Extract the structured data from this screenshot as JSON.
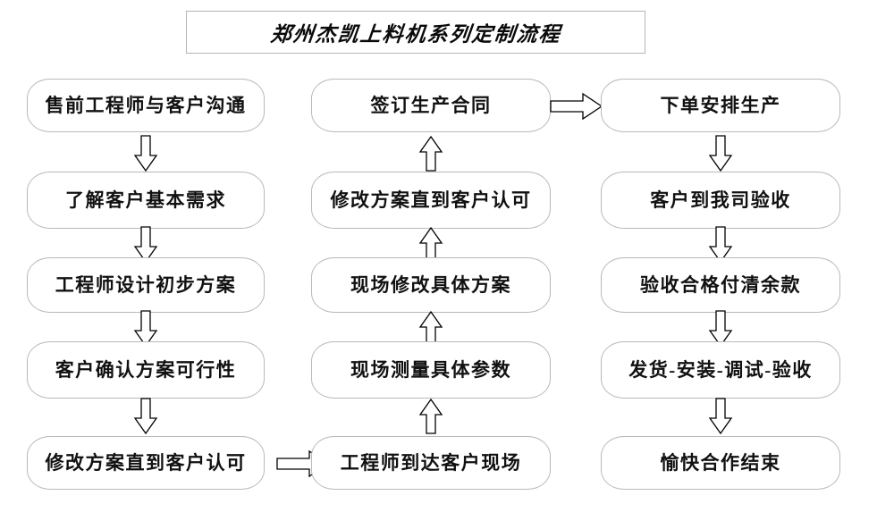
{
  "diagram": {
    "title": "郑州杰凯上料机系列定制流程",
    "type": "flowchart",
    "background_color": "#ffffff",
    "border_color": "#b9b9b9",
    "text_color": "#111111",
    "columns": [
      {
        "id": "column-left",
        "flow_direction": "down",
        "nodes": [
          {
            "id": "node-a1",
            "label": "售前工程师与客户沟通"
          },
          {
            "id": "node-a2",
            "label": "了解客户基本需求"
          },
          {
            "id": "node-a3",
            "label": "工程师设计初步方案"
          },
          {
            "id": "node-a4",
            "label": "客户确认方案可行性"
          },
          {
            "id": "node-a5",
            "label": "修改方案直到客户认可"
          }
        ]
      },
      {
        "id": "column-middle",
        "flow_direction": "up",
        "nodes": [
          {
            "id": "node-b1",
            "label": "签订生产合同"
          },
          {
            "id": "node-b2",
            "label": "修改方案直到客户认可"
          },
          {
            "id": "node-b3",
            "label": "现场修改具体方案"
          },
          {
            "id": "node-b4",
            "label": "现场测量具体参数"
          },
          {
            "id": "node-b5",
            "label": "工程师到达客户现场"
          }
        ]
      },
      {
        "id": "column-right",
        "flow_direction": "down",
        "nodes": [
          {
            "id": "node-c1",
            "label": "下单安排生产"
          },
          {
            "id": "node-c2",
            "label": "客户到我司验收"
          },
          {
            "id": "node-c3",
            "label": "验收合格付清余款"
          },
          {
            "id": "node-c4",
            "label": "发货-安装-调试-验收"
          },
          {
            "id": "node-c5",
            "label": "愉快合作结束"
          }
        ]
      }
    ],
    "connectors": [
      {
        "id": "arrow-a1-a2",
        "icon": "arrow-down-icon",
        "direction": "down"
      },
      {
        "id": "arrow-a2-a3",
        "icon": "arrow-down-icon",
        "direction": "down"
      },
      {
        "id": "arrow-a3-a4",
        "icon": "arrow-down-icon",
        "direction": "down"
      },
      {
        "id": "arrow-a4-a5",
        "icon": "arrow-down-icon",
        "direction": "down"
      },
      {
        "id": "arrow-a5-b5",
        "icon": "arrow-right-icon",
        "direction": "right"
      },
      {
        "id": "arrow-b5-b4",
        "icon": "arrow-up-icon",
        "direction": "up"
      },
      {
        "id": "arrow-b4-b3",
        "icon": "arrow-up-icon",
        "direction": "up"
      },
      {
        "id": "arrow-b3-b2",
        "icon": "arrow-up-icon",
        "direction": "up"
      },
      {
        "id": "arrow-b2-b1",
        "icon": "arrow-up-icon",
        "direction": "up"
      },
      {
        "id": "arrow-b1-c1",
        "icon": "arrow-right-icon",
        "direction": "right"
      },
      {
        "id": "arrow-c1-c2",
        "icon": "arrow-down-icon",
        "direction": "down"
      },
      {
        "id": "arrow-c2-c3",
        "icon": "arrow-down-icon",
        "direction": "down"
      },
      {
        "id": "arrow-c3-c4",
        "icon": "arrow-down-icon",
        "direction": "down"
      },
      {
        "id": "arrow-c4-c5",
        "icon": "arrow-down-icon",
        "direction": "down"
      }
    ]
  }
}
